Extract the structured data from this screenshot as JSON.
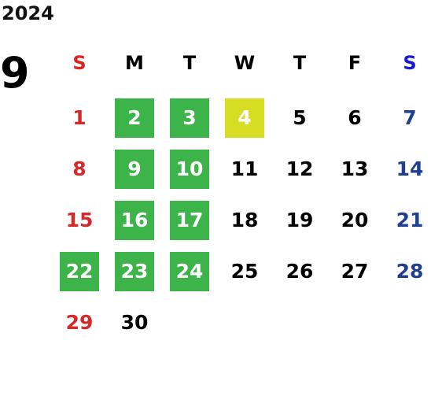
{
  "calendar": {
    "year": "2024",
    "month": "9",
    "weekdays": [
      {
        "label": "S",
        "kind": "sun"
      },
      {
        "label": "M",
        "kind": "week"
      },
      {
        "label": "T",
        "kind": "week"
      },
      {
        "label": "W",
        "kind": "week"
      },
      {
        "label": "T",
        "kind": "week"
      },
      {
        "label": "F",
        "kind": "week"
      },
      {
        "label": "S",
        "kind": "sat"
      }
    ],
    "first_weekday_index": 0,
    "days_in_month": 30,
    "highlighted_days": [
      2,
      3,
      9,
      10,
      16,
      17,
      22,
      23,
      24
    ],
    "today": 4
  },
  "colors": {
    "weekday_text": "#000000",
    "sunday_header": "#dd2222",
    "saturday_header": "#1a1ad6",
    "sunday_text": "#d42a2a",
    "saturday_text": "#1f3f8f",
    "highlight_bg": "#3cb44a",
    "highlight_text": "#ffffff",
    "today_bg": "#d6dd22",
    "today_text": "#ffffff"
  }
}
